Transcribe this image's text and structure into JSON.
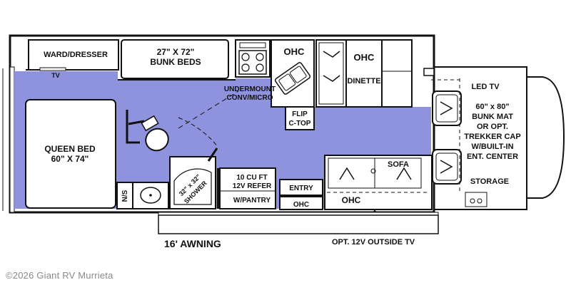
{
  "labels": {
    "ward_dresser": "WARD/DRESSER",
    "tv": "TV",
    "bunk_beds_size": "27\" X 72\"",
    "bunk_beds": "BUNK BEDS",
    "ohc": "OHC",
    "dinette": "DINETTE",
    "undermount_1": "UNDERMOUNT",
    "undermount_2": "CONV/MICRO",
    "flip_1": "FLIP",
    "flip_2": "C-TOP",
    "led_tv": "LED TV",
    "bunk_mat_1": "60\" x 80\"",
    "bunk_mat_2": "BUNK MAT",
    "bunk_mat_3": "OR OPT.",
    "bunk_mat_4": "TREKKER CAP",
    "bunk_mat_5": "W/BUILT-IN",
    "bunk_mat_6": "ENT. CENTER",
    "queen_bed": "QUEEN BED",
    "queen_size": "60\" X 74\"",
    "sofa": "SOFA",
    "storage": "STORAGE",
    "ns": "N/S",
    "shower_size": "32\" x 32\"",
    "shower": "SHOWER",
    "refer_1": "10 CU FT",
    "refer_2": "12V REFER",
    "pantry": "W/PANTRY",
    "entry": "ENTRY",
    "awning": "16' AWNING",
    "outside_tv": "OPT. 12V OUTSIDE TV"
  },
  "watermark": "©2026 Giant RV Murrieta",
  "colors": {
    "floor": "#8f93dd",
    "outline": "#111111",
    "furniture": "#ffffff"
  }
}
